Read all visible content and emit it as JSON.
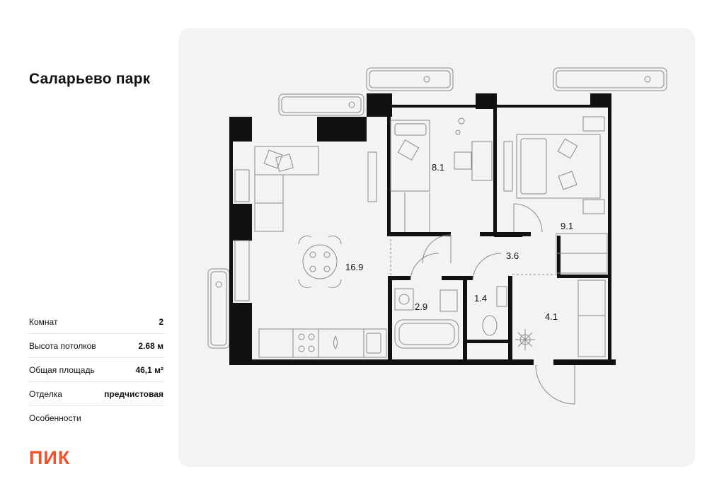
{
  "project": {
    "title": "Саларьево парк"
  },
  "specs": [
    {
      "label": "Комнат",
      "value": "2"
    },
    {
      "label": "Высота потолков",
      "value": "2.68 м"
    },
    {
      "label": "Общая площадь",
      "value": "46,1 м²"
    },
    {
      "label": "Отделка",
      "value": "предчистовая"
    },
    {
      "label": "Особенности",
      "value": ""
    }
  ],
  "rooms": {
    "living": "16.9",
    "bedroom_small": "8.1",
    "bedroom_large": "9.1",
    "hall": "3.6",
    "bathroom": "2.9",
    "toilet": "1.4",
    "entrance": "4.1"
  },
  "brand": {
    "logo_text": "ПИК",
    "color": "#f0502a"
  },
  "colors": {
    "wall": "#111111",
    "panel": "#f3f3f3",
    "line": "#8a8a8a"
  }
}
